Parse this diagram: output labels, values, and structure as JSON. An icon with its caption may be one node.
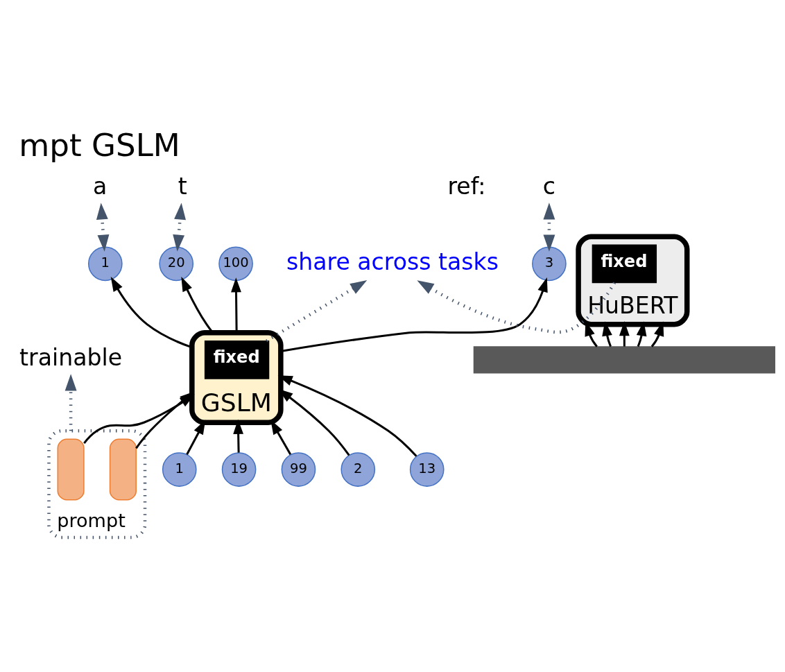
{
  "diagram": {
    "title": "mpt GSLM",
    "nodes": [
      {
        "text": [
          "GSLM"
        ]
      },
      {
        "text": [
          "fixed"
        ],
        "in": 0
      },
      {
        "text": [
          "HuBERT"
        ]
      },
      {
        "text": [
          "fixed"
        ],
        "in": 2
      },
      {
        "text": [
          "prompt"
        ]
      },
      {
        "text": [],
        "shape": "box",
        "in": 4
      },
      {
        "text": [],
        "shape": "box",
        "in": 4
      },
      {
        "text": [
          "1"
        ]
      },
      {
        "text": [
          "19"
        ]
      },
      {
        "text": [
          "13"
        ]
      },
      {
        "text": [
          "99"
        ]
      },
      {
        "text": [
          "2"
        ]
      },
      {
        "text": [
          "3"
        ]
      },
      {
        "text": [
          "1"
        ]
      },
      {
        "text": [
          "20"
        ]
      },
      {
        "text": [
          "100"
        ]
      },
      {
        "text": [
          "c"
        ]
      },
      {
        "text": [
          "a"
        ]
      },
      {
        "text": [
          "t"
        ]
      },
      {
        "text": [],
        "shape": "bar"
      },
      {
        "text": [
          "trainable"
        ]
      },
      {
        "text": [
          "share across tasks"
        ]
      }
    ],
    "edges": [
      {
        "from": 5,
        "to": 0,
        "arrow": "to"
      },
      {
        "from": 6,
        "to": 0,
        "arrow": "to"
      },
      {
        "from": 7,
        "to": 0,
        "arrow": "to"
      },
      {
        "from": 8,
        "to": 0,
        "arrow": "to"
      },
      {
        "from": 9,
        "to": 0,
        "arrow": "to"
      },
      {
        "from": 10,
        "to": 0,
        "arrow": "to"
      },
      {
        "from": 11,
        "to": 0,
        "arrow": "to"
      },
      {
        "from": 0,
        "to": 12,
        "arrow": "to"
      },
      {
        "from": 0,
        "to": 13,
        "arrow": "to"
      },
      {
        "from": 0,
        "to": 14,
        "arrow": "to"
      },
      {
        "from": 0,
        "to": 15,
        "arrow": "to"
      },
      {
        "from": 12,
        "to": 16,
        "arrow": "both",
        "style": "dashed",
        "color": "#44546a"
      },
      {
        "from": 13,
        "to": 17,
        "arrow": "both",
        "style": "dashed",
        "color": "#44546a"
      },
      {
        "from": 14,
        "to": 18,
        "arrow": "both",
        "style": "dashed",
        "color": "#44546a"
      },
      {
        "from": 19,
        "to": 2,
        "arrow": "to"
      },
      {
        "from": 19,
        "to": 2,
        "arrow": "to"
      },
      {
        "from": 19,
        "to": 2,
        "arrow": "to"
      },
      {
        "from": 19,
        "to": 2,
        "arrow": "to"
      },
      {
        "from": 19,
        "to": 2,
        "arrow": "to"
      },
      {
        "from": 4,
        "to": 20,
        "arrow": "to",
        "style": "dashed",
        "color": "#44546a"
      },
      {
        "from": 1,
        "to": 21,
        "arrow": "to",
        "style": "dashed",
        "color": "#44546a"
      },
      {
        "from": 3,
        "to": 21,
        "arrow": "to",
        "style": "dashed",
        "color": "#44546a"
      }
    ],
    "labels": [
      "ref:"
    ]
  }
}
